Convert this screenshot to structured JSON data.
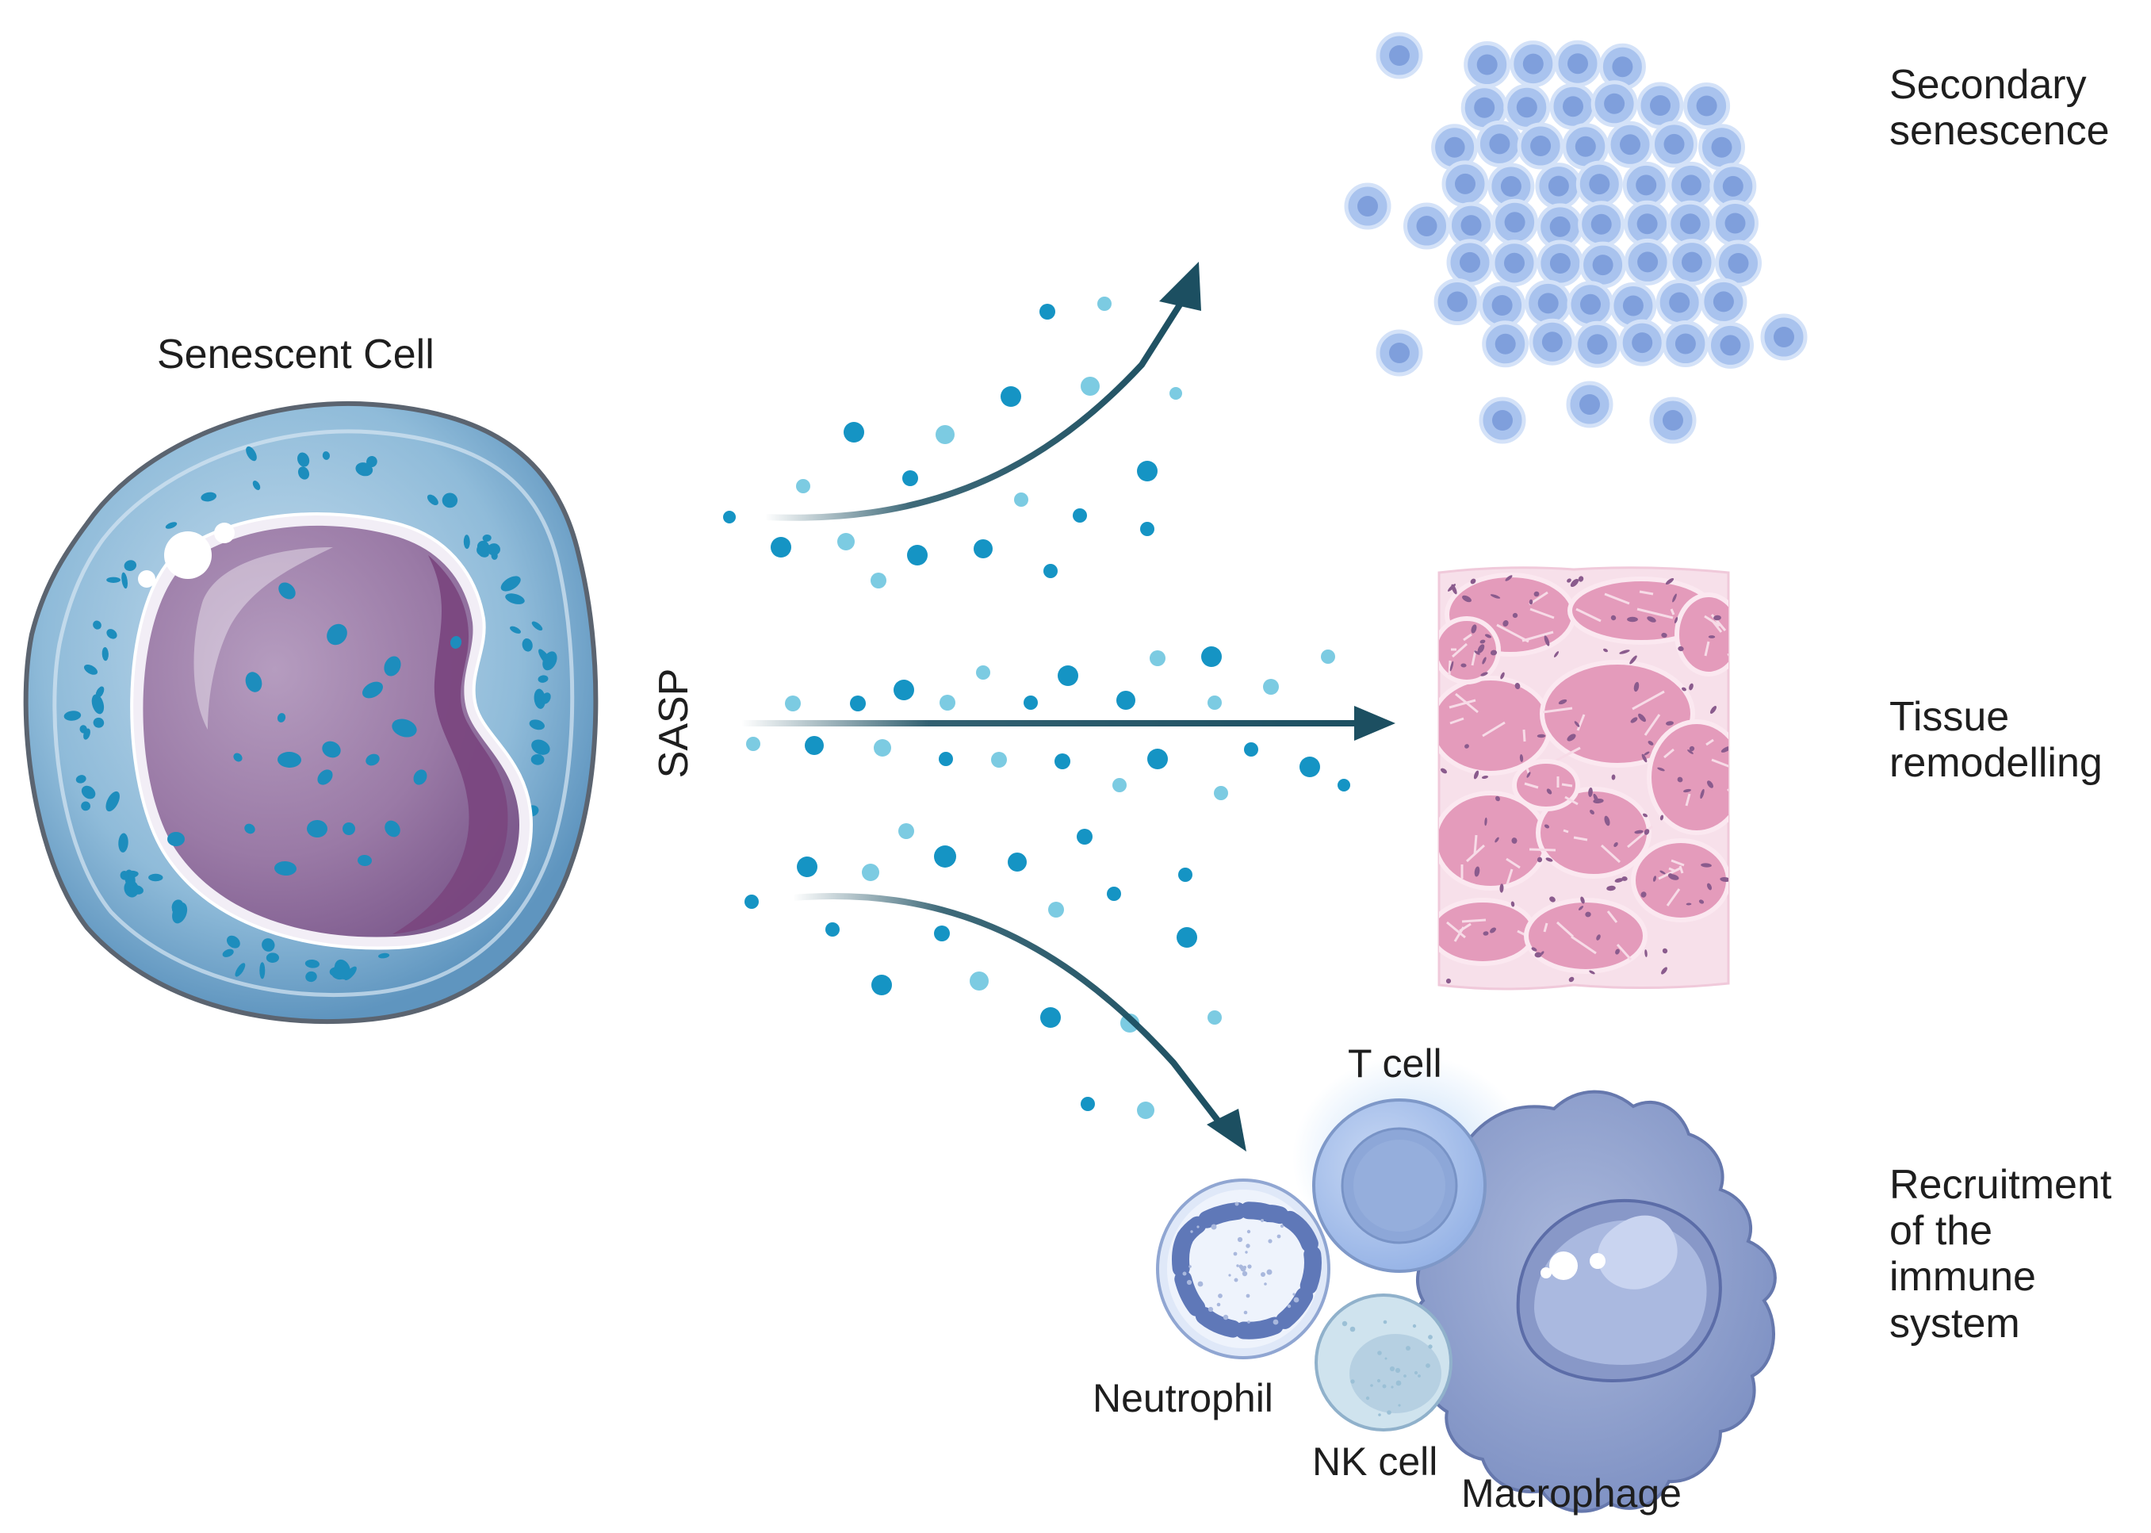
{
  "labels": {
    "senescent_cell": "Senescent Cell",
    "sasp": "SASP",
    "secondary_senescence": [
      "Secondary",
      "senescence"
    ],
    "tissue_remodelling": [
      "Tissue",
      "remodelling"
    ],
    "recruitment": [
      "Recruitment",
      "of the",
      "immune",
      "system"
    ],
    "t_cell": "T cell",
    "neutrophil": "Neutrophil",
    "nk_cell": "NK cell",
    "macrophage": "Macrophage"
  },
  "colors": {
    "arrow": "#1c4f61",
    "particle_dark": "#1594c4",
    "particle_light": "#7ccbe2",
    "cell_outer": "#9fc3dd",
    "nucleus": "#9a7aa6",
    "tissue": "#e7a1bf",
    "immune": "#93a6cf"
  }
}
